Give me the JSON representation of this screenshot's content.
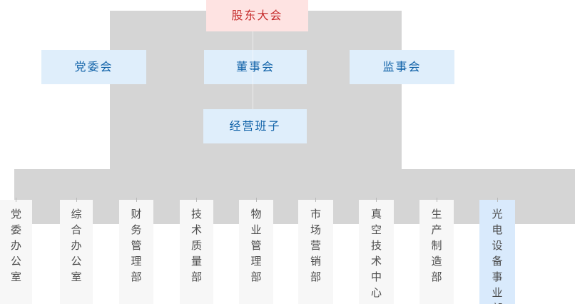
{
  "palette": {
    "gray": "#d5d5d5",
    "pink_bg": "#fee3e2",
    "red_text": "#c52b2b",
    "blue_bg": "#dfeefb",
    "blue_text": "#1062a8",
    "dept_bg": "#f7f7f7",
    "dept_text": "#4c4c4c",
    "dept_highlight_bg": "#d9eafc"
  },
  "org": {
    "root": {
      "label": "股东大会"
    },
    "committees": [
      {
        "label": "党委会"
      },
      {
        "label": "董事会"
      },
      {
        "label": "监事会"
      }
    ],
    "management": {
      "label": "经营班子"
    },
    "departments": [
      {
        "label": "党委办公室",
        "highlight": false
      },
      {
        "label": "综合办公室",
        "highlight": false
      },
      {
        "label": "财务管理部",
        "highlight": false
      },
      {
        "label": "技术质量部",
        "highlight": false
      },
      {
        "label": "物业管理部",
        "highlight": false
      },
      {
        "label": "市场营销部",
        "highlight": false
      },
      {
        "label": "真空技术中心",
        "highlight": false
      },
      {
        "label": "生产制造部",
        "highlight": false
      },
      {
        "label": "光电设备事业部",
        "highlight": true
      }
    ]
  }
}
